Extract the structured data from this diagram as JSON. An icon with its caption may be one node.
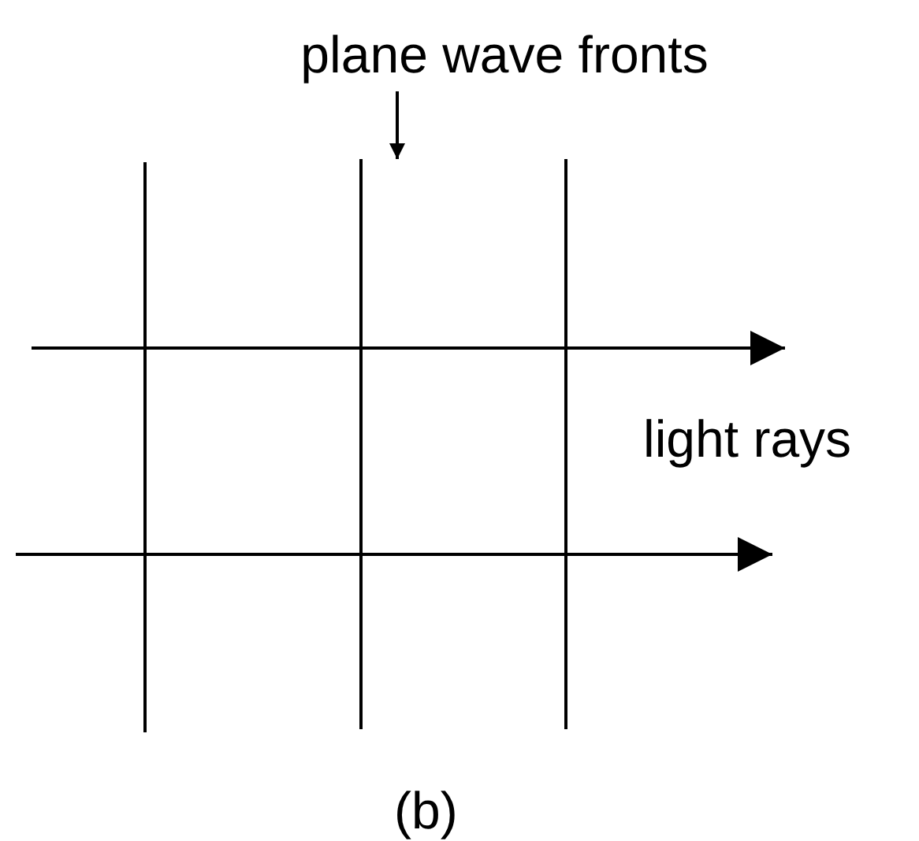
{
  "diagram": {
    "caption": "(b)",
    "nodes": [
      {
        "text": [
          "plane wave fronts"
        ]
      },
      {
        "text": [],
        "shape": "line"
      },
      {
        "text": [],
        "shape": "line"
      },
      {
        "text": [],
        "shape": "line"
      }
    ],
    "edges": [
      {
        "from": 0,
        "to": 2,
        "arrow": "to"
      }
    ],
    "labels": [
      "light rays"
    ]
  }
}
